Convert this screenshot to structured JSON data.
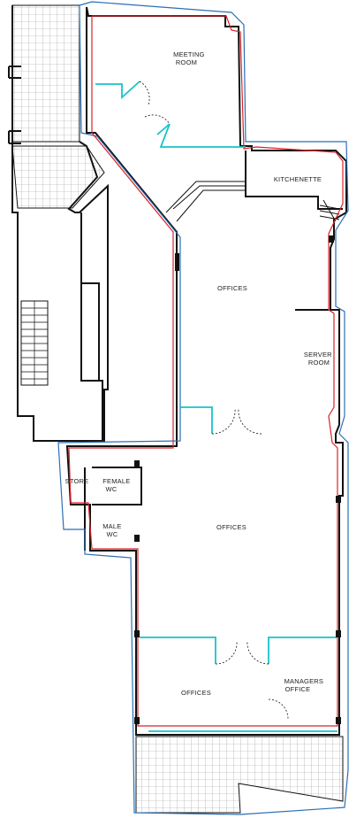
{
  "floor_plan": {
    "colors": {
      "wall": "#111111",
      "red_boundary": "#d8232a",
      "blue_boundary": "#2a6fb5",
      "cyan_partition": "#18c3c8",
      "paving_grid": "#9a9a9a",
      "background": "#ffffff"
    },
    "rooms": [
      {
        "id": "meeting-room",
        "lines": [
          "MEETING",
          "ROOM"
        ]
      },
      {
        "id": "kitchenette",
        "lines": [
          "KITCHENETTE"
        ]
      },
      {
        "id": "offices-upper",
        "lines": [
          "OFFICES"
        ]
      },
      {
        "id": "server-room",
        "lines": [
          "SERVER",
          "ROOM"
        ]
      },
      {
        "id": "store",
        "lines": [
          "STORE"
        ]
      },
      {
        "id": "female-wc",
        "lines": [
          "FEMALE",
          "WC"
        ]
      },
      {
        "id": "male-wc",
        "lines": [
          "MALE",
          "WC"
        ]
      },
      {
        "id": "offices-middle",
        "lines": [
          "OFFICES"
        ]
      },
      {
        "id": "offices-lower",
        "lines": [
          "OFFICES"
        ]
      },
      {
        "id": "managers-office",
        "lines": [
          "MANAGERS",
          "OFFICE"
        ]
      }
    ]
  }
}
